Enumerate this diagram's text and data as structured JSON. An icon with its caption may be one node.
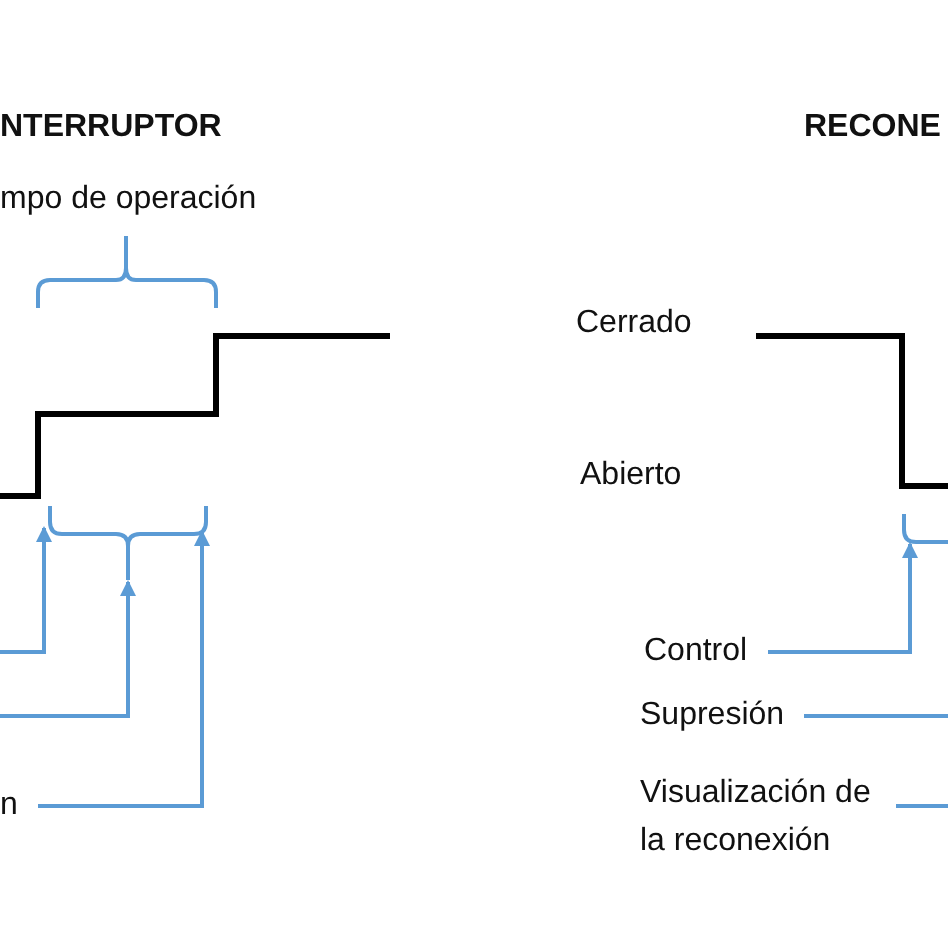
{
  "diagram": {
    "nodes": [
      {
        "text": [
          "n"
        ]
      },
      {
        "text": [
          "Control"
        ]
      },
      {
        "text": [
          "Supresión"
        ]
      },
      {
        "text": [
          "Visualización de la reconexión"
        ]
      },
      {
        "text": [],
        "shape": "brace"
      },
      {
        "text": [],
        "shape": "brace"
      }
    ],
    "edges": [
      {
        "from": null,
        "to": 4,
        "arrow": "to"
      },
      {
        "from": null,
        "to": 4,
        "arrow": "to"
      },
      {
        "from": 0,
        "to": 4,
        "arrow": "to"
      },
      {
        "from": 1,
        "to": 5,
        "arrow": "to"
      },
      {
        "from": 2,
        "to": null,
        "arrow": "none"
      },
      {
        "from": 3,
        "to": null,
        "arrow": "none"
      }
    ],
    "labels": [
      "NTERRUPTOR",
      "RECONE",
      "mpo de operación",
      "Cerrado",
      "Abierto"
    ]
  }
}
